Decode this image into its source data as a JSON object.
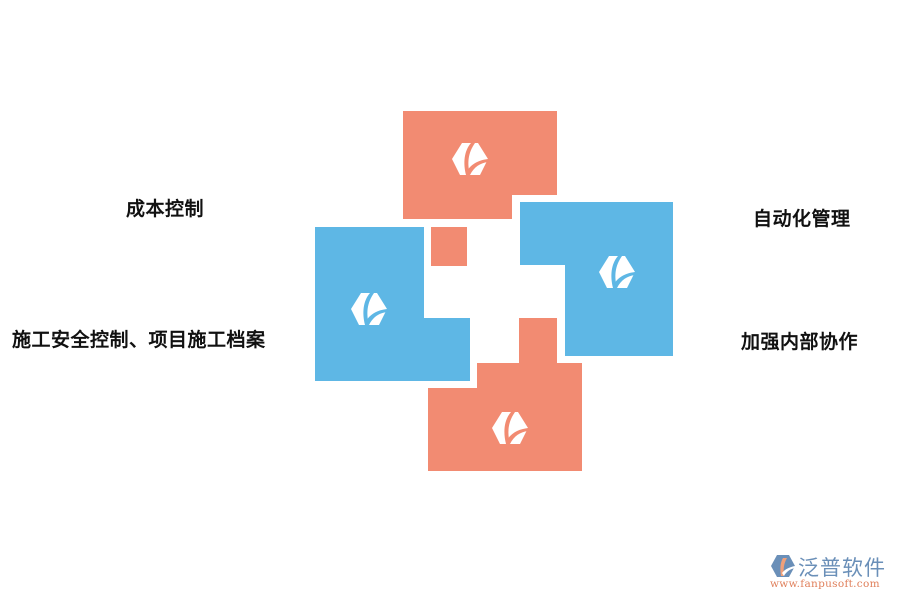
{
  "diagram": {
    "colors": {
      "orange": "#f28b72",
      "blue": "#5eb7e5",
      "text": "#111111"
    },
    "labels": {
      "top_left": "成本控制",
      "bottom_left": "施工安全控制、项目施工档案",
      "top_right": "自动化管理",
      "bottom_right": "加强内部协作"
    },
    "blocks": [
      {
        "id": "top",
        "color": "orange",
        "icon": "hexagon-leaf-icon"
      },
      {
        "id": "left",
        "color": "blue",
        "icon": "hexagon-leaf-icon"
      },
      {
        "id": "right",
        "color": "blue",
        "icon": "hexagon-leaf-icon"
      },
      {
        "id": "bottom",
        "color": "orange",
        "icon": "hexagon-leaf-icon"
      }
    ]
  },
  "watermark": {
    "name": "泛普软件",
    "url": "www.fanpusoft.com"
  }
}
